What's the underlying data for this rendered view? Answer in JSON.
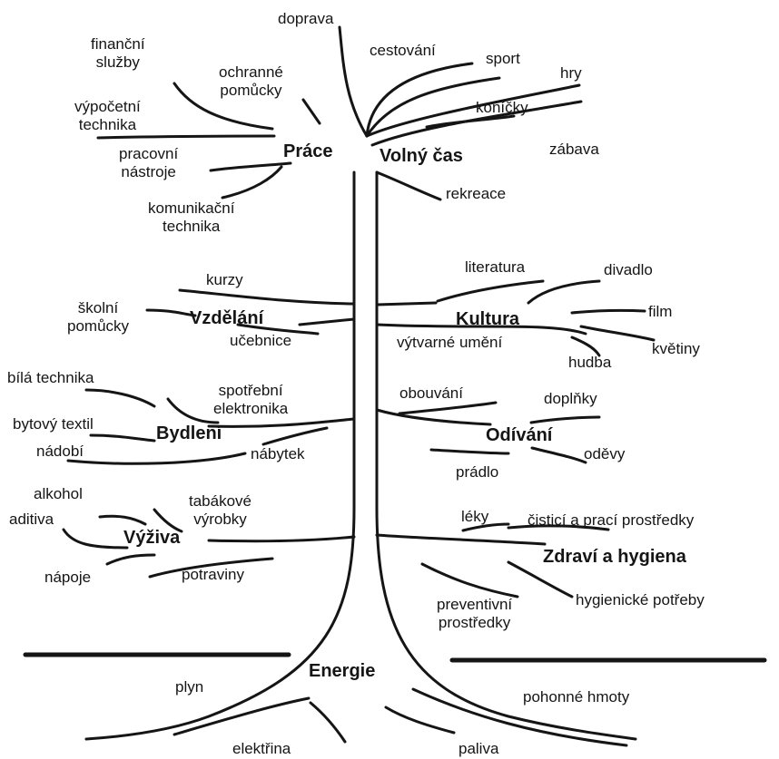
{
  "colors": {
    "ink": "#151515",
    "background": "#ffffff"
  },
  "categories": {
    "prace": "Práce",
    "volny_cas": "Volný čas",
    "vzdelani": "Vzdělání",
    "kultura": "Kultura",
    "bydleni": "Bydlení",
    "odivani": "Odívání",
    "vyziva": "Výživa",
    "zdravi": "Zdraví a hygiena",
    "energie": "Energie"
  },
  "items": {
    "doprava": "doprava",
    "financni_1": "finanční",
    "financni_2": "služby",
    "ochranne_1": "ochranné",
    "ochranne_2": "pomůcky",
    "vypocetni_1": "výpočetní",
    "vypocetni_2": "technika",
    "pracovni_1": "pracovní",
    "pracovni_2": "nástroje",
    "komunikacni_1": "komunikační",
    "komunikacni_2": "technika",
    "cestovani": "cestování",
    "sport": "sport",
    "hry": "hry",
    "konicky": "koníčky",
    "zabava": "zábava",
    "rekreace": "rekreace",
    "kurzy": "kurzy",
    "skolni_1": "školní",
    "skolni_2": "pomůcky",
    "ucebnice": "učebnice",
    "literatura": "literatura",
    "divadlo": "divadlo",
    "film": "film",
    "vytvarne": "výtvarné umění",
    "kvetiny": "květiny",
    "hudba": "hudba",
    "bila": "bílá technika",
    "spotrebni_1": "spotřební",
    "spotrebni_2": "elektronika",
    "bytovy": "bytový textil",
    "nadobi": "nádobí",
    "nabytek": "nábytek",
    "obouvani": "obouvání",
    "doplnky": "doplňky",
    "odevy": "oděvy",
    "pradlo": "prádlo",
    "alkohol": "alkohol",
    "tabakove_1": "tabákové",
    "tabakove_2": "výrobky",
    "aditiva": "aditiva",
    "napoje": "nápoje",
    "potraviny": "potraviny",
    "leky": "léky",
    "cistici": "čisticí a prací prostředky",
    "preventivni_1": "preventivní",
    "preventivni_2": "prostředky",
    "hygienicke": "hygienické potřeby",
    "plyn": "plyn",
    "pohonne": "pohonné hmoty",
    "elektrina": "elektřina",
    "paliva": "paliva"
  }
}
